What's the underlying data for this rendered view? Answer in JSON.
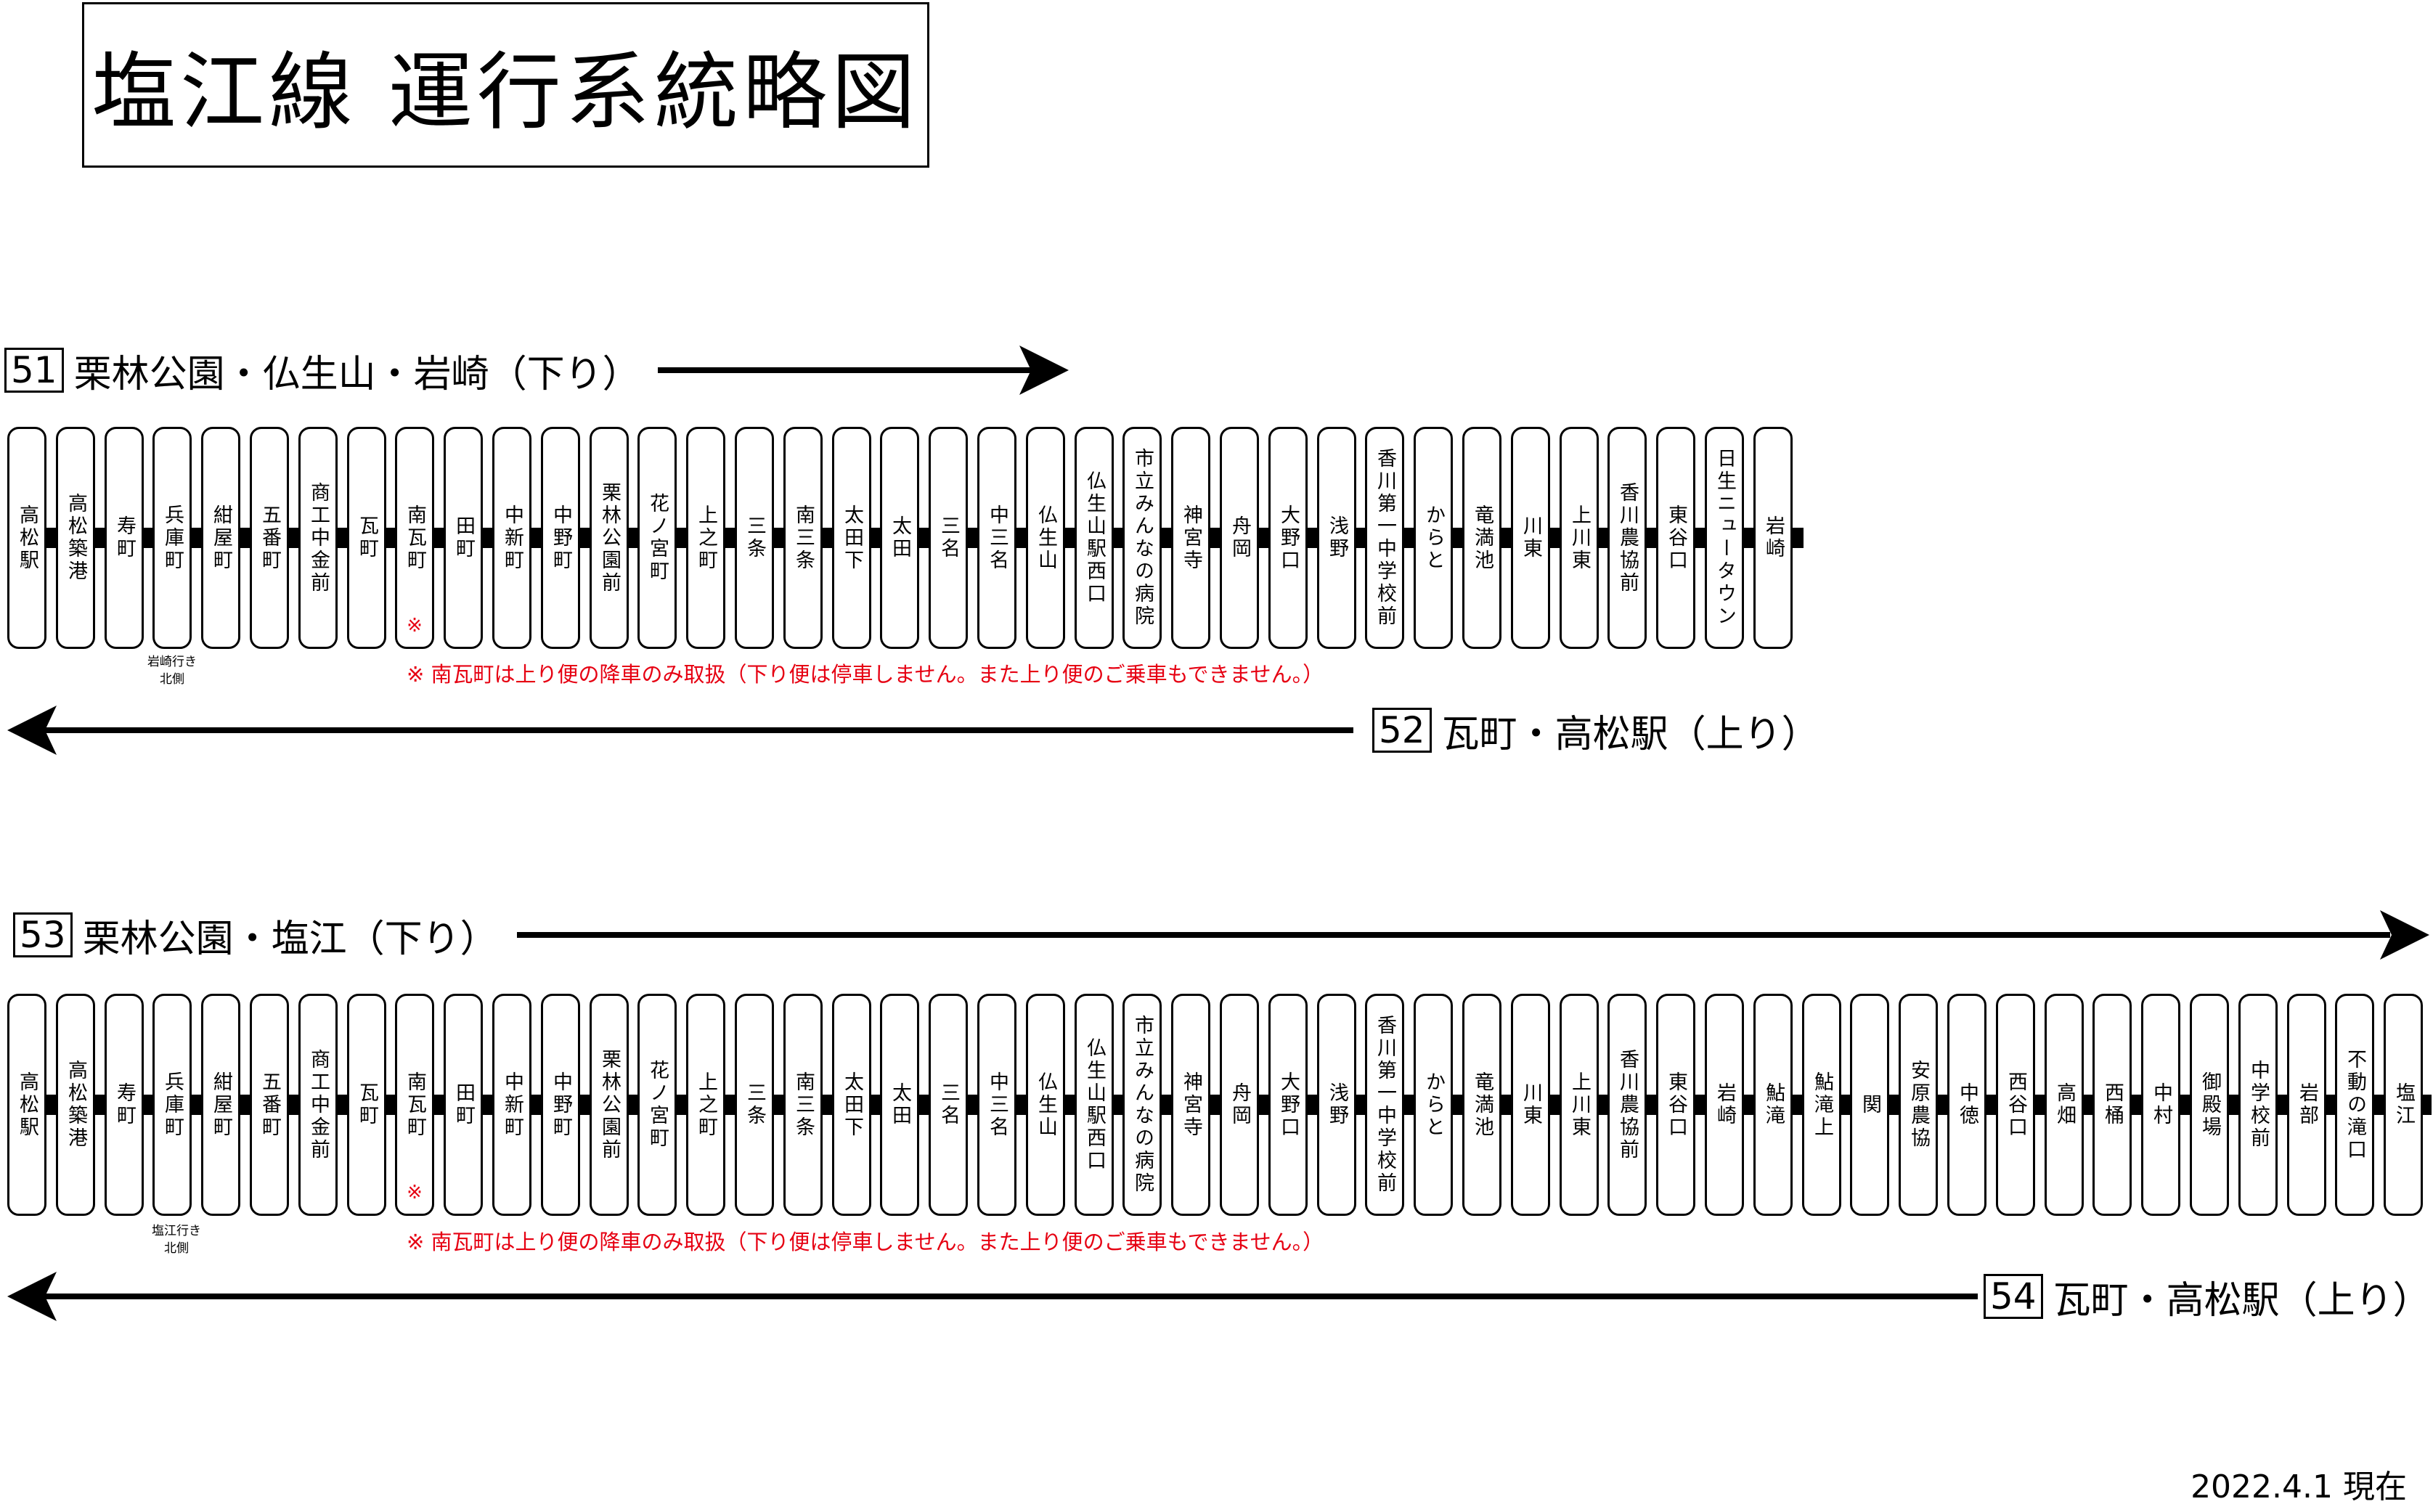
{
  "title": "塩江線 運行系統略図",
  "routes": {
    "r51": {
      "number": "51",
      "label": "栗林公園・仏生山・岩崎（下り）"
    },
    "r52": {
      "number": "52",
      "label": "瓦町・高松駅（上り）"
    },
    "r53": {
      "number": "53",
      "label": "栗林公園・塩江（下り）"
    },
    "r54": {
      "number": "54",
      "label": "瓦町・高松駅（上り）"
    }
  },
  "row1_stops": [
    "高松駅",
    "高松築港",
    "寿町",
    "兵庫町",
    "紺屋町",
    "五番町",
    "商工中金前",
    "瓦町",
    "南瓦町",
    "田町",
    "中新町",
    "中野町",
    "栗林公園前",
    "花ノ宮町",
    "上之町",
    "三条",
    "南三条",
    "太田下",
    "太田",
    "三名",
    "中三名",
    "仏生山",
    "仏生山駅西口",
    "市立みんなの病院",
    "神宮寺",
    "舟岡",
    "大野口",
    "浅野",
    "香川第一中学校前",
    "からと",
    "竜満池",
    "川東",
    "上川東",
    "香川農協前",
    "東谷口",
    "日生ニュータウン",
    "岩崎"
  ],
  "row2_stops": [
    "高松駅",
    "高松築港",
    "寿町",
    "兵庫町",
    "紺屋町",
    "五番町",
    "商工中金前",
    "瓦町",
    "南瓦町",
    "田町",
    "中新町",
    "中野町",
    "栗林公園前",
    "花ノ宮町",
    "上之町",
    "三条",
    "南三条",
    "太田下",
    "太田",
    "三名",
    "中三名",
    "仏生山",
    "仏生山駅西口",
    "市立みんなの病院",
    "神宮寺",
    "舟岡",
    "大野口",
    "浅野",
    "香川第一中学校前",
    "からと",
    "竜満池",
    "川東",
    "上川東",
    "香川農協前",
    "東谷口",
    "岩崎",
    "鮎滝",
    "鮎滝上",
    "関",
    "安原農協",
    "中徳",
    "西谷口",
    "高畑",
    "西桶",
    "中村",
    "御殿場",
    "中学校前",
    "岩部",
    "不動の滝口",
    "塩江"
  ],
  "stop_mark": "※",
  "notes": {
    "row1_hyogo": "岩崎行き\n北側",
    "row2_hyogo": "塩江行き\n北側",
    "minami_kawaramachi": "※ 南瓦町は上り便の降車のみ取扱（下り便は停車しません。また上り便のご乗車もできません。）"
  },
  "date": "2022.4.1 現在",
  "colors": {
    "line": "#000000",
    "note": "#e60012",
    "background": "#ffffff"
  }
}
